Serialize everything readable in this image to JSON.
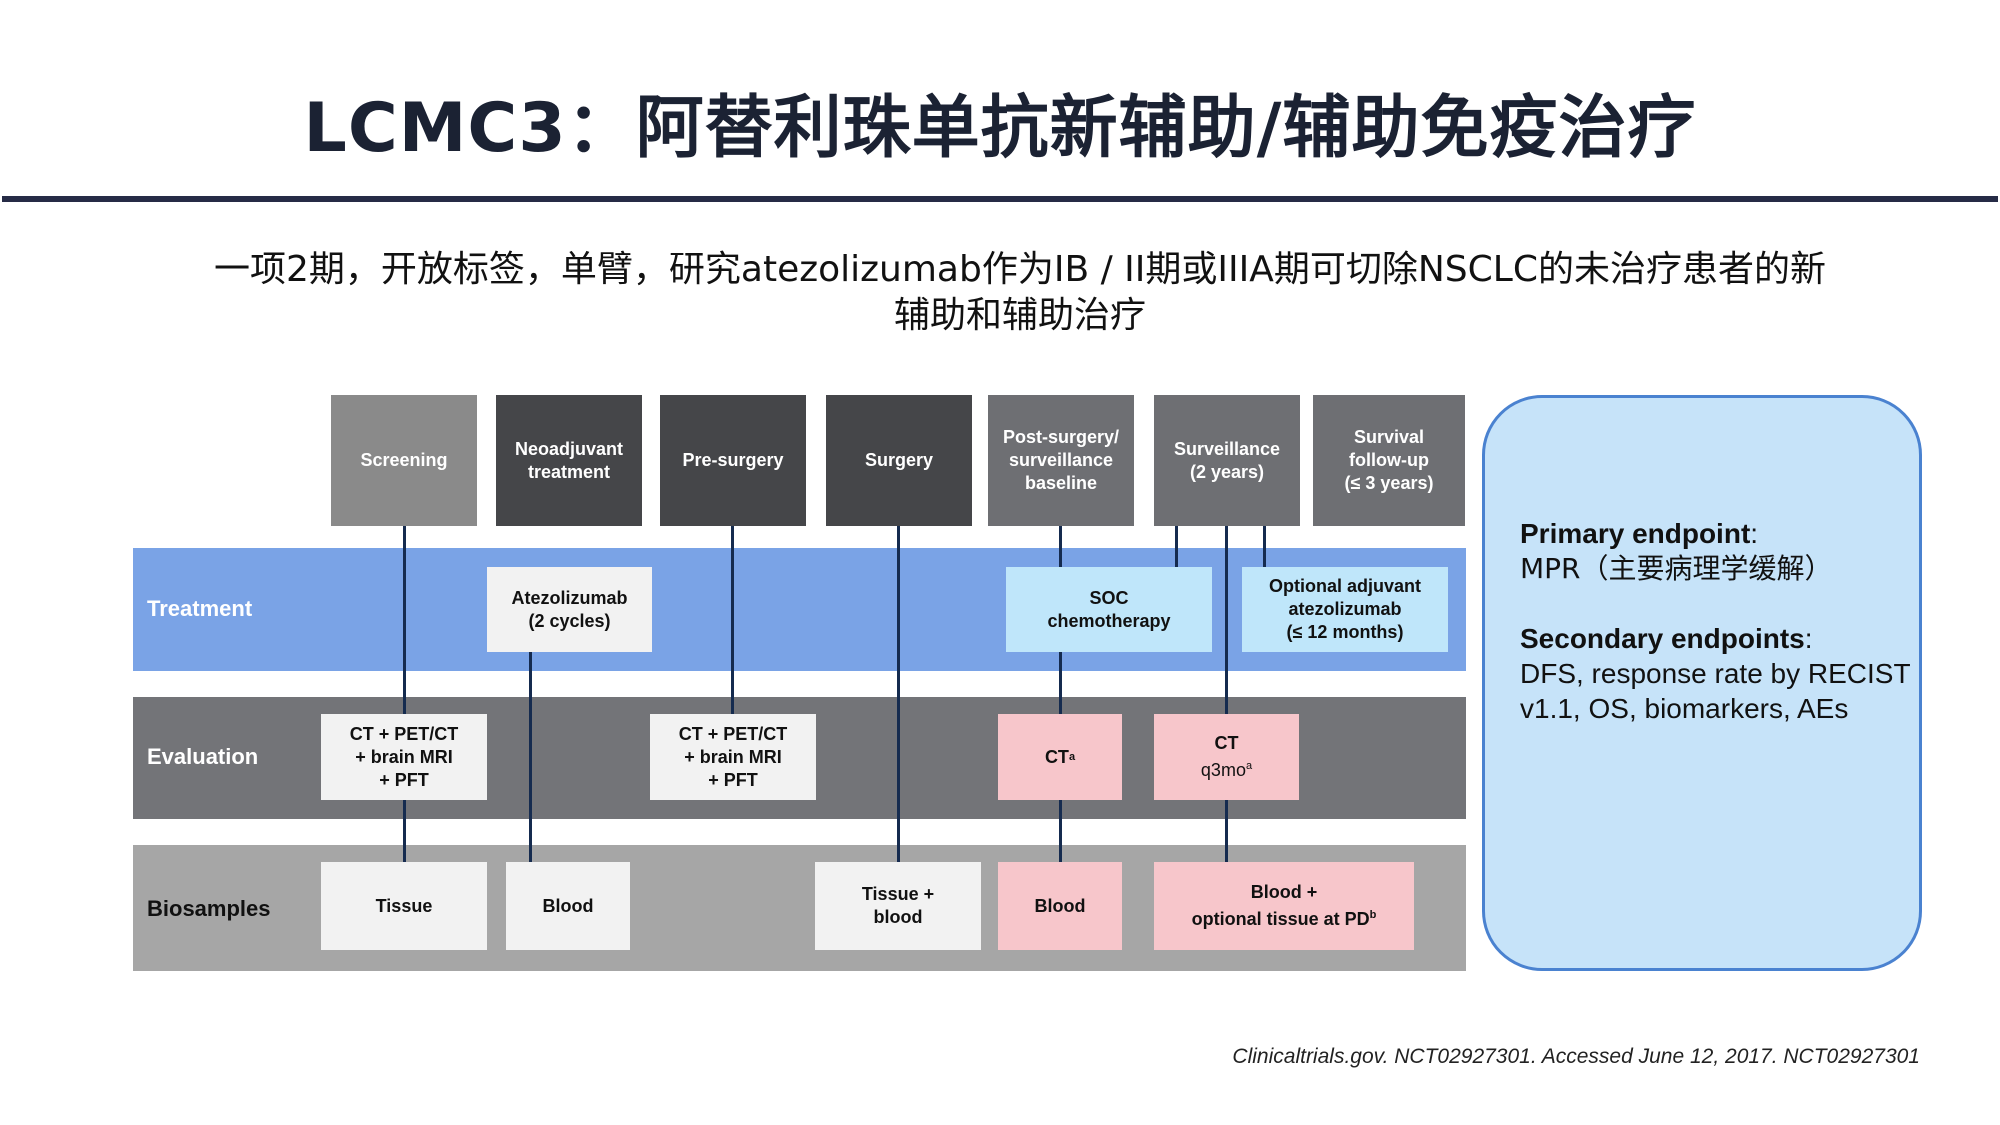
{
  "title": "LCMC3：阿替利珠单抗新辅助/辅助免疫治疗",
  "subtitle": "一项2期，开放标签，单臂，研究atezolizumab作为IB / II期或IIIA期可切除NSCLC的未治疗患者的新辅助和辅助治疗",
  "colors": {
    "title_rule": "#262b46",
    "treatment_band": "#7aa3e6",
    "evaluation_band": "#737478",
    "biosamples_band": "#a6a6a6",
    "light_box": "#f2f2f2",
    "blue_box": "#bfe6fa",
    "pink_box": "#f7c6cb",
    "connector": "#152b4f",
    "endpoint_panel": "#c6e3f9"
  },
  "phases": [
    "Screening",
    "Neoadjuvant\ntreatment",
    "Pre-surgery",
    "Surgery",
    "Post-surgery/\nsurveillance\nbaseline",
    "Surveillance\n(2 years)",
    "Survival\nfollow-up\n(≤ 3 years)"
  ],
  "rows": {
    "treatment": "Treatment",
    "evaluation": "Evaluation",
    "biosamples": "Biosamples"
  },
  "treatment_boxes": {
    "atezolizumab": "Atezolizumab\n(2 cycles)",
    "soc": "SOC\nchemotherapy",
    "optional": "Optional adjuvant\natezolizumab\n(≤ 12 months)"
  },
  "evaluation_boxes": {
    "screening": "CT + PET/CT\n+ brain MRI\n+ PFT",
    "presurgery": "CT + PET/CT\n+ brain MRI\n+ PFT",
    "ct": "CT",
    "ct_sup": "a",
    "ctq3_line1": "CT",
    "ctq3_line2": "q3mo",
    "ctq3_sup": "a"
  },
  "biosample_boxes": {
    "tissue": "Tissue",
    "blood1": "Blood",
    "tissue_blood": "Tissue +\nblood",
    "blood2": "Blood",
    "blood_opt_line1": "Blood +",
    "blood_opt_line2": "optional tissue at PD",
    "blood_opt_sup": "b"
  },
  "endpoints": {
    "primary_label": "Primary endpoint",
    "primary_value": "MPR（主要病理学缓解）",
    "secondary_label": "Secondary endpoints",
    "secondary_value": "DFS, response rate by RECIST v1.1, OS, biomarkers, AEs"
  },
  "source": "Clinicaltrials.gov. NCT02927301. Accessed June 12, 2017. NCT02927301"
}
